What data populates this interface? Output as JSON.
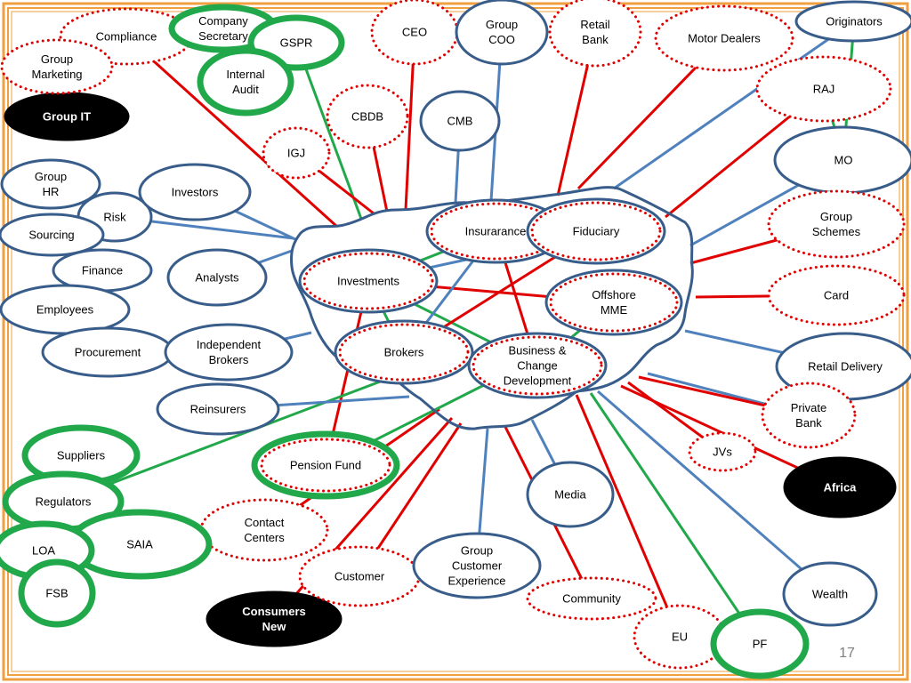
{
  "colors": {
    "frame": "#F0A040",
    "blue_line": "#4F81BD",
    "blue_node": "#385D8A",
    "red": "#E00000",
    "green": "#21A84A",
    "black": "#000000",
    "text": "#000000",
    "page_number": "#7F7F7F"
  },
  "page_number": "17",
  "nodes": [
    {
      "id": "group_it",
      "label": "Group IT",
      "style": "black"
    },
    {
      "id": "africa",
      "label": "Africa",
      "style": "black"
    },
    {
      "id": "consumers_new",
      "label": "Consumers\nNew",
      "style": "black"
    },
    {
      "id": "compliance",
      "label": "Compliance",
      "style": "red"
    },
    {
      "id": "group_marketing",
      "label": "Group\nMarketing",
      "style": "red"
    },
    {
      "id": "company_secretary",
      "label": "Company\nSecretary",
      "style": "green"
    },
    {
      "id": "gspr",
      "label": "GSPR",
      "style": "green"
    },
    {
      "id": "internal_audit",
      "label": "Internal\nAudit",
      "style": "green"
    },
    {
      "id": "ceo",
      "label": "CEO",
      "style": "red"
    },
    {
      "id": "group_coo",
      "label": "Group\nCOO",
      "style": "blue"
    },
    {
      "id": "retail_bank",
      "label": "Retail\nBank",
      "style": "red"
    },
    {
      "id": "motor_dealers",
      "label": "Motor Dealers",
      "style": "red"
    },
    {
      "id": "originators",
      "label": "Originators",
      "style": "blue"
    },
    {
      "id": "raj",
      "label": "RAJ",
      "style": "red"
    },
    {
      "id": "mo",
      "label": "MO",
      "style": "blue"
    },
    {
      "id": "cbdb",
      "label": "CBDB",
      "style": "red"
    },
    {
      "id": "cmb",
      "label": "CMB",
      "style": "blue"
    },
    {
      "id": "igj",
      "label": "IGJ",
      "style": "red"
    },
    {
      "id": "group_hr",
      "label": "Group\nHR",
      "style": "blue"
    },
    {
      "id": "risk",
      "label": "Risk",
      "style": "blue"
    },
    {
      "id": "investors",
      "label": "Investors",
      "style": "blue"
    },
    {
      "id": "sourcing",
      "label": "Sourcing",
      "style": "blue"
    },
    {
      "id": "finance",
      "label": "Finance",
      "style": "blue"
    },
    {
      "id": "analysts",
      "label": "Analysts",
      "style": "blue"
    },
    {
      "id": "employees",
      "label": "Employees",
      "style": "blue"
    },
    {
      "id": "procurement",
      "label": "Procurement",
      "style": "blue"
    },
    {
      "id": "independent_brokers",
      "label": "Independent\nBrokers",
      "style": "blue"
    },
    {
      "id": "reinsurers",
      "label": "Reinsurers",
      "style": "blue"
    },
    {
      "id": "insurance",
      "label": "Insurarance",
      "style": "bluered"
    },
    {
      "id": "fiduciary",
      "label": "Fiduciary",
      "style": "bluered"
    },
    {
      "id": "investments",
      "label": "Investments",
      "style": "bluered"
    },
    {
      "id": "offshore_mme",
      "label": "Offshore\nMME",
      "style": "bluered"
    },
    {
      "id": "brokers",
      "label": "Brokers",
      "style": "bluered"
    },
    {
      "id": "business_change",
      "label": "Business &\nChange\nDevelopment",
      "style": "bluered"
    },
    {
      "id": "group_schemes",
      "label": "Group\nSchemes",
      "style": "red"
    },
    {
      "id": "card",
      "label": "Card",
      "style": "red"
    },
    {
      "id": "retail_delivery",
      "label": "Retail Delivery",
      "style": "blue"
    },
    {
      "id": "private_bank",
      "label": "Private\nBank",
      "style": "red"
    },
    {
      "id": "jvs",
      "label": "JVs",
      "style": "red"
    },
    {
      "id": "suppliers",
      "label": "Suppliers",
      "style": "green"
    },
    {
      "id": "regulators",
      "label": "Regulators",
      "style": "green"
    },
    {
      "id": "pension_fund",
      "label": "Pension Fund",
      "style": "greenred"
    },
    {
      "id": "media",
      "label": "Media",
      "style": "blue"
    },
    {
      "id": "contact_centers",
      "label": "Contact\nCenters",
      "style": "red"
    },
    {
      "id": "saia",
      "label": "SAIA",
      "style": "green"
    },
    {
      "id": "loa",
      "label": "LOA",
      "style": "green"
    },
    {
      "id": "fsb",
      "label": "FSB",
      "style": "green"
    },
    {
      "id": "customer",
      "label": "Customer",
      "style": "red"
    },
    {
      "id": "group_customer_experience",
      "label": "Group\nCustomer\nExperience",
      "style": "blue"
    },
    {
      "id": "community",
      "label": "Community",
      "style": "red"
    },
    {
      "id": "wealth",
      "label": "Wealth",
      "style": "blue"
    },
    {
      "id": "eu",
      "label": "EU",
      "style": "red"
    },
    {
      "id": "pf",
      "label": "PF",
      "style": "green"
    }
  ],
  "edges": [
    {
      "from": "compliance",
      "to": "blob_top_left",
      "color": "red"
    },
    {
      "from": "gspr",
      "to": "blob_top_a",
      "color": "green"
    },
    {
      "from": "igj",
      "to": "blob_top_b",
      "color": "red"
    },
    {
      "from": "cbdb",
      "to": "blob_top_c",
      "color": "red"
    },
    {
      "from": "ceo",
      "to": "blob_top_d",
      "color": "red"
    },
    {
      "from": "cmb",
      "to": "blob_top_e",
      "color": "blue"
    },
    {
      "from": "group_coo",
      "to": "blob_top_f",
      "color": "blue"
    },
    {
      "from": "retail_bank",
      "to": "blob_top_g",
      "color": "red"
    },
    {
      "from": "motor_dealers",
      "to": "blob_top_h",
      "color": "red"
    },
    {
      "from": "originators",
      "to": "blob_top_i",
      "color": "blue"
    },
    {
      "from": "raj",
      "to": "blob_right_a",
      "color": "red"
    },
    {
      "from": "originators",
      "to": "mo",
      "color": "green"
    },
    {
      "from": "raj",
      "to": "mo",
      "color": "green"
    },
    {
      "from": "mo",
      "to": "blob_right_b",
      "color": "blue"
    },
    {
      "from": "group_schemes",
      "to": "blob_right_c",
      "color": "red"
    },
    {
      "from": "card",
      "to": "blob_right_d",
      "color": "red"
    },
    {
      "from": "retail_delivery",
      "to": "blob_right_e",
      "color": "blue"
    },
    {
      "from": "private_bank",
      "to": "blob_right_f",
      "color": "blue"
    },
    {
      "from": "private_bank",
      "to": "blob_right_g",
      "color": "red"
    },
    {
      "from": "jvs",
      "to": "blob_right_h",
      "color": "red"
    },
    {
      "from": "africa",
      "to": "blob_right_i",
      "color": "red"
    },
    {
      "from": "wealth",
      "to": "blob_bottom_a",
      "color": "blue"
    },
    {
      "from": "pf",
      "to": "blob_bottom_b",
      "color": "green"
    },
    {
      "from": "eu",
      "to": "blob_bottom_c",
      "color": "red"
    },
    {
      "from": "media",
      "to": "blob_bottom_d",
      "color": "blue"
    },
    {
      "from": "community",
      "to": "blob_bottom_e",
      "color": "red"
    },
    {
      "from": "group_customer_experience",
      "to": "blob_bottom_f",
      "color": "blue"
    },
    {
      "from": "customer",
      "to": "blob_bottom_g",
      "color": "red"
    },
    {
      "from": "consumers_new",
      "to": "blob_bottom_h",
      "color": "red"
    },
    {
      "from": "contact_centers",
      "to": "blob_bottom_i",
      "color": "red"
    },
    {
      "from": "pension_fund",
      "to": "blob_bottom_j",
      "color": "green"
    },
    {
      "from": "pension_fund",
      "to": "investments",
      "color": "red"
    },
    {
      "from": "regulators",
      "to": "blob_left_a",
      "color": "green"
    },
    {
      "from": "reinsurers",
      "to": "blob_left_b",
      "color": "blue"
    },
    {
      "from": "independent_brokers",
      "to": "blob_left_c",
      "color": "blue"
    },
    {
      "from": "analysts",
      "to": "blob_left_d",
      "color": "blue"
    },
    {
      "from": "investors",
      "to": "blob_left_e",
      "color": "blue"
    },
    {
      "from": "risk",
      "to": "blob_left_f",
      "color": "blue"
    },
    {
      "from": "investments",
      "to": "offshore_mme",
      "color": "red"
    },
    {
      "from": "investments",
      "to": "business_change",
      "color": "green"
    },
    {
      "from": "insurance",
      "to": "business_change",
      "color": "red"
    },
    {
      "from": "insurance",
      "to": "investments",
      "color": "green"
    },
    {
      "from": "brokers",
      "to": "fiduciary",
      "color": "red"
    },
    {
      "from": "brokers",
      "to": "insurance",
      "color": "blue"
    },
    {
      "from": "investments",
      "to": "fiduciary",
      "color": "blue"
    },
    {
      "from": "offshore_mme",
      "to": "business_change",
      "color": "green"
    },
    {
      "from": "brokers",
      "to": "investments",
      "color": "green"
    }
  ]
}
